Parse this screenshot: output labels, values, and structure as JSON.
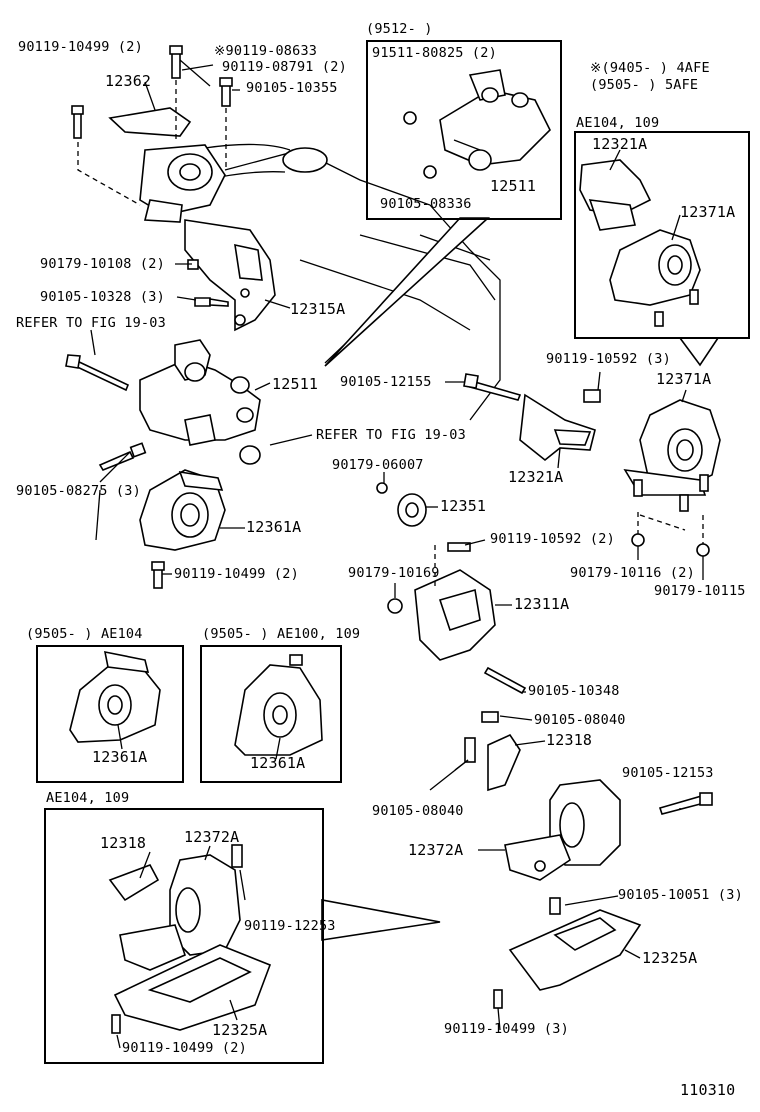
{
  "labels": {
    "p90119_10499_top": "90119-10499 (2)",
    "p90119_08633": "※90119-08633",
    "p90119_08791": "90119-08791 (2)",
    "p12362": "12362",
    "p90105_10355": "90105-10355",
    "inset_9512": "(9512-        )",
    "p91511_80825": "91511-80825 (2)",
    "p12511_inset": "12511",
    "p90105_08336": "90105-08336",
    "note_9405": "※(9405-       ) 4AFE",
    "note_9505": " (9505-       ) 5AFE",
    "ae104_109_right": "AE104, 109",
    "p12321a_inset": "12321A",
    "p12371a_inset": "12371A",
    "p90179_10108": "90179-10108 (2)",
    "p90105_10328": "90105-10328 (3)",
    "p12315a": "12315A",
    "refer_19_03_a": "REFER TO FIG 19-03",
    "p12511_main": "12511",
    "p90105_12155": "90105-12155",
    "p90119_10592_a": "90119-10592 (3)",
    "p12371a_main": "12371A",
    "refer_19_03_b": "REFER TO FIG 19-03",
    "p90105_08275": "90105-08275 (3)",
    "p90179_06007": "90179-06007",
    "p12321a_main": "12321A",
    "p12351": "12351",
    "p12361a_main": "12361A",
    "p90119_10592_b": "90119-10592 (2)",
    "p90119_10499_mid": "90119-10499 (2)",
    "p90179_10169": "90179-10169",
    "p90179_10116": "90179-10116 (2)",
    "p90179_10115": "90179-10115",
    "p12311a": "12311A",
    "inset_9505_ae104": "(9505-       ) AE104",
    "inset_9505_ae100": "(9505-       ) AE100, 109",
    "p12361a_box1": "12361A",
    "p12361a_box2": "12361A",
    "p90105_10348": "90105-10348",
    "p90105_08040_a": "90105-08040",
    "p12318_main": "12318",
    "p90105_08040_b": "90105-08040",
    "p90105_12153": "90105-12153",
    "ae104_109_bottom": "AE104, 109",
    "p12318_inset": "12318",
    "p12372a_inset": "12372A",
    "p90119_12253": "90119-12253",
    "p12372a_main": "12372A",
    "p90105_10051": "90105-10051 (3)",
    "p12325a_main": "12325A",
    "p12325a_inset": "12325A",
    "p90119_10499_inset": "90119-10499 (2)",
    "p90119_10499_bottom": "90119-10499 (3)",
    "fig_number": "110310"
  }
}
